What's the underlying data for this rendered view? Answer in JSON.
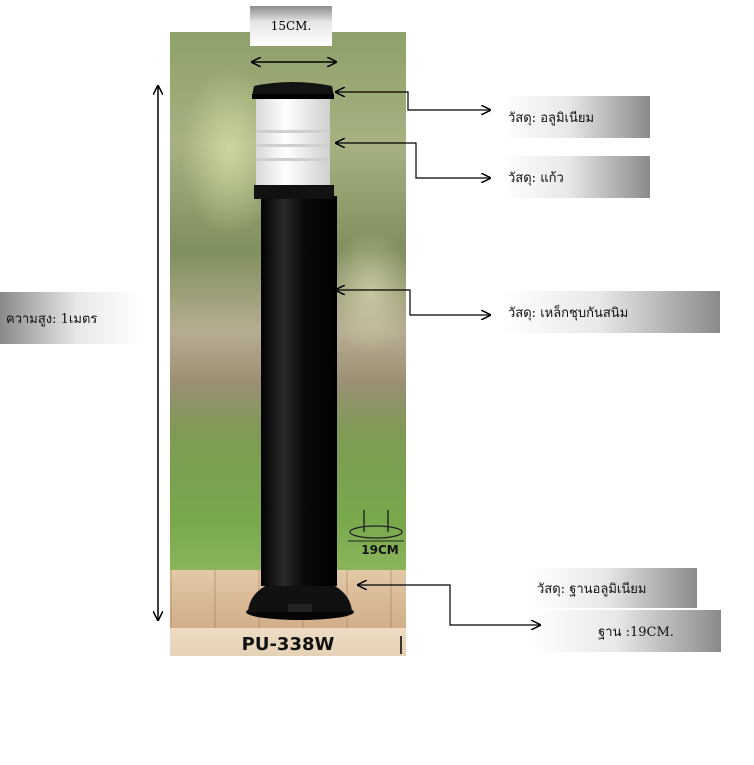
{
  "product": {
    "model": "PU-338W",
    "width_label": "15CM.",
    "base_icon_label": "19CM"
  },
  "annotations": {
    "cap_material": "วัสดุ: อลูมิเนียม",
    "glass_material": "วัสดุ: แก้ว",
    "pole_material": "วัสดุ: เหล็กชุบกันสนิม",
    "base_material": "วัสดุ: ฐานอลูมิเนียม",
    "base_size": "ฐาน :19CM.",
    "height": "ความสูง: 1เมตร"
  },
  "colors": {
    "pole": "#0d0d0d",
    "glass": "#f2f2f2",
    "arrow": "#000000"
  }
}
